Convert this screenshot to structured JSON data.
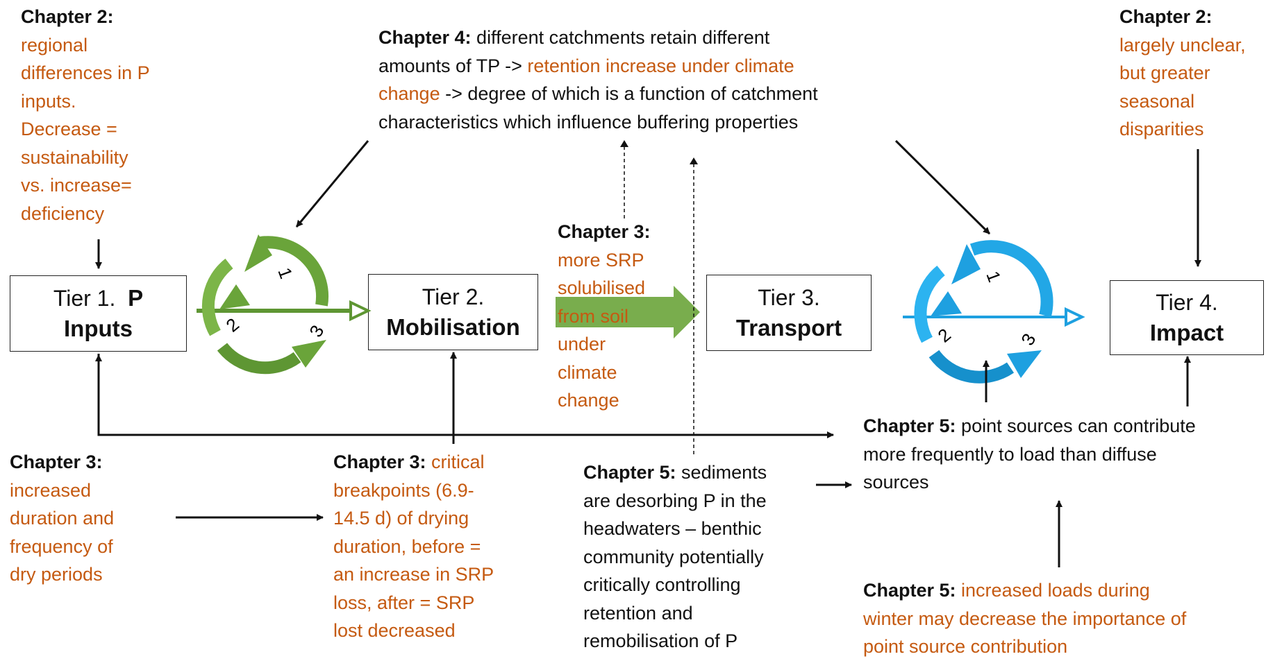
{
  "tiers": [
    {
      "prefix": "Tier 1.",
      "bold_prefix": "P",
      "bold": "Inputs"
    },
    {
      "prefix": "Tier 2.",
      "bold": "Mobilisation"
    },
    {
      "prefix": "Tier 3.",
      "bold": "Transport"
    },
    {
      "prefix": "Tier 4.",
      "bold": "Impact"
    }
  ],
  "notes": {
    "ch2_left": {
      "head": "Chapter 2:",
      "lines": [
        "regional",
        "differences in P",
        "inputs.",
        "Decrease =",
        "sustainability",
        "vs. increase=",
        "deficiency"
      ]
    },
    "ch4_top": {
      "head": "Chapter 4:",
      "l1": "different catchments retain different",
      "l2a": "amounts of TP ->",
      "l2b": "retention increase under climate",
      "l3a": "change",
      "l3b": "-> degree of which is a function of catchment",
      "l4": "characteristics which influence buffering properties"
    },
    "ch2_right": {
      "head": "Chapter 2:",
      "lines": [
        "largely unclear,",
        "but greater",
        "seasonal",
        "disparities"
      ]
    },
    "ch3_mid": {
      "head": "Chapter 3:",
      "lines": [
        "more SRP",
        "solubilised",
        "from soil",
        "under",
        "climate",
        "change"
      ]
    },
    "ch3_left": {
      "head": "Chapter 3:",
      "lines": [
        "increased",
        "duration and",
        "frequency of",
        "dry periods"
      ]
    },
    "ch3_center": {
      "head": "Chapter 3:",
      "l1": "critical",
      "lines": [
        "breakpoints (6.9-",
        "14.5 d) of drying",
        "duration, before =",
        "an increase in SRP",
        "loss, after = SRP",
        "lost decreased"
      ]
    },
    "ch5_sed": {
      "head": "Chapter 5:",
      "l1": "sediments",
      "lines": [
        "are desorbing P in the",
        "headwaters – benthic",
        "community potentially",
        "critically controlling",
        "retention and",
        "remobilisation of P"
      ]
    },
    "ch5_point": {
      "head": "Chapter 5:",
      "l1": "point sources can contribute",
      "lines": [
        "more frequently to load than diffuse",
        "sources"
      ]
    },
    "ch5_winter": {
      "head": "Chapter 5:",
      "l1": "increased loads during",
      "lines": [
        "winter may decrease the importance of",
        "point source contribution"
      ]
    }
  },
  "cycle_labels": [
    "1",
    "2",
    "3"
  ],
  "colors": {
    "orange_text": "#c55a11",
    "green_cycle": "#6aa43a",
    "blue_cycle": "#1ea0e0"
  }
}
